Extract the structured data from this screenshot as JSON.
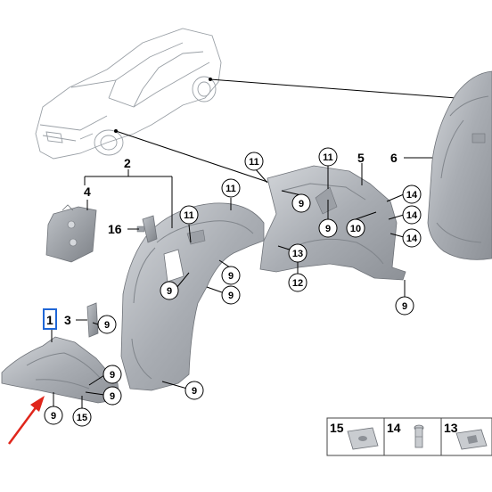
{
  "diagram": {
    "part_labels": {
      "p1": "1",
      "p2": "2",
      "p3": "3",
      "p4": "4",
      "p5": "5",
      "p6": "6",
      "p16": "16"
    },
    "callouts": {
      "c11_a": "11",
      "c11_b": "11",
      "c11_c": "11",
      "c11_d": "11",
      "c9_a": "9",
      "c9_b": "9",
      "c9_c": "9",
      "c9_d": "9",
      "c9_e": "9",
      "c9_f": "9",
      "c9_g": "9",
      "c9_h": "9",
      "c9_i": "9",
      "c9_j": "9",
      "c10": "10",
      "c12": "12",
      "c13": "13",
      "c14_a": "14",
      "c14_b": "14",
      "c14_c": "14",
      "c15": "15"
    },
    "legend": {
      "item_15": "15",
      "item_14": "14",
      "item_13": "13"
    },
    "highlight_color": "#1f66d6",
    "arrow_color": "#e0261b",
    "part_color": "#b8bcc2"
  }
}
